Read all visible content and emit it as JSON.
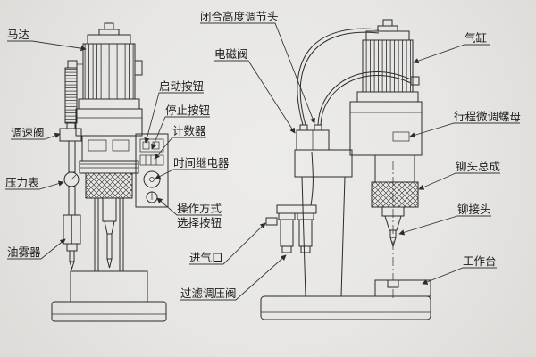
{
  "diagram": {
    "type": "technical-line-drawing",
    "subject": "pneumatic riveting machine, front and side views",
    "colors": {
      "background": "#e7e6e4",
      "line": "#2b2b2b",
      "text": "#1c1c1c"
    }
  },
  "labels": {
    "motor": "马达",
    "speed_valve": "调速阀",
    "pressure_gauge": "压力表",
    "oil_mist": "油雾器",
    "start_button": "启动按钮",
    "stop_button": "停止按钮",
    "counter": "计数器",
    "time_relay": "时间继电器",
    "mode_select_line1": "操作方式",
    "mode_select_line2": "选择按钮",
    "air_inlet": "进气口",
    "filter_valve": "过滤调压阀",
    "close_height": "闭合高度调节头",
    "solenoid": "电磁阀",
    "cylinder": "气缸",
    "stroke_nut": "行程微调螺母",
    "rivet_head_assy": "铆头总成",
    "rivet_joint": "铆接头",
    "worktable": "工作台"
  }
}
